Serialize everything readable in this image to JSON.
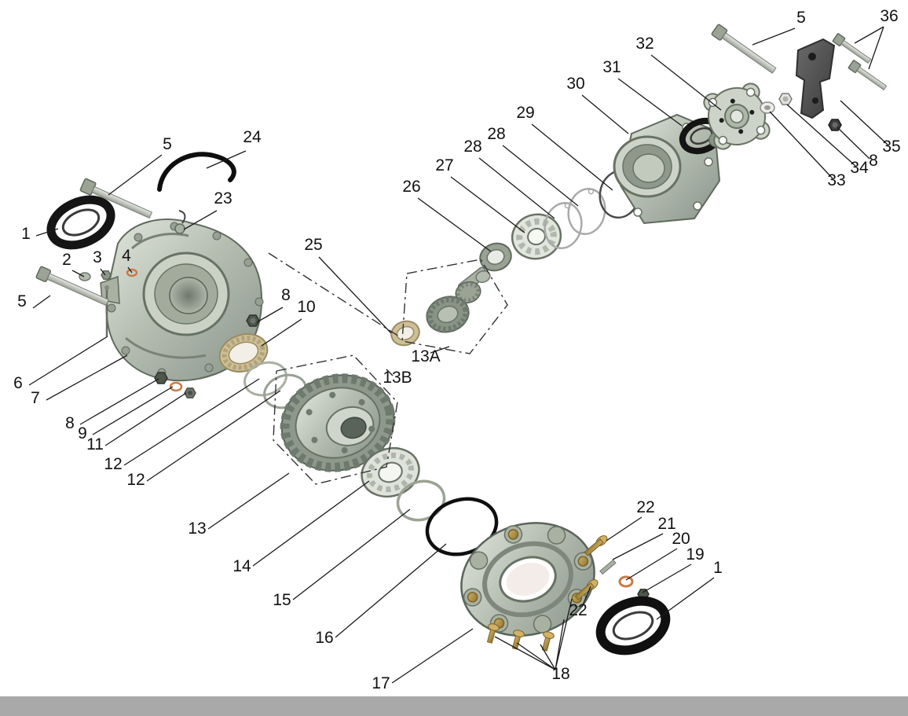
{
  "diagram": {
    "kind": "exploded-parts-diagram"
  },
  "colors": {
    "background": "#ffffff",
    "footer_bar": "#a9a9a9",
    "label_text": "#111111",
    "leader_line": "#1a1a1a",
    "metal_light": "#e2e6de",
    "metal_mid": "#aab3a6",
    "metal_dark": "#687264",
    "seal_black": "#121212",
    "brass_bolt": "#b5953f",
    "copper_washer": "#c87a4a",
    "bearing_cage": "#cdbf97",
    "bracket_dark": "#4f4f4f"
  },
  "labels": [
    {
      "text": "5"
    },
    {
      "text": "24"
    },
    {
      "text": "23"
    },
    {
      "text": "1"
    },
    {
      "text": "2"
    },
    {
      "text": "3"
    },
    {
      "text": "4"
    },
    {
      "text": "5"
    },
    {
      "text": "25"
    },
    {
      "text": "8"
    },
    {
      "text": "10"
    },
    {
      "text": "6"
    },
    {
      "text": "7"
    },
    {
      "text": "8"
    },
    {
      "text": "9"
    },
    {
      "text": "11"
    },
    {
      "text": "12"
    },
    {
      "text": "12"
    },
    {
      "text": "13"
    },
    {
      "text": "14"
    },
    {
      "text": "15"
    },
    {
      "text": "16"
    },
    {
      "text": "17"
    },
    {
      "text": "13A"
    },
    {
      "text": "13B"
    },
    {
      "text": "26"
    },
    {
      "text": "27"
    },
    {
      "text": "28"
    },
    {
      "text": "28"
    },
    {
      "text": "29"
    },
    {
      "text": "30"
    },
    {
      "text": "31"
    },
    {
      "text": "32"
    },
    {
      "text": "5"
    },
    {
      "text": "36"
    },
    {
      "text": "35"
    },
    {
      "text": "8"
    },
    {
      "text": "34"
    },
    {
      "text": "33"
    },
    {
      "text": "22"
    },
    {
      "text": "21"
    },
    {
      "text": "20"
    },
    {
      "text": "19"
    },
    {
      "text": "1"
    },
    {
      "text": "22"
    },
    {
      "text": "18"
    }
  ]
}
